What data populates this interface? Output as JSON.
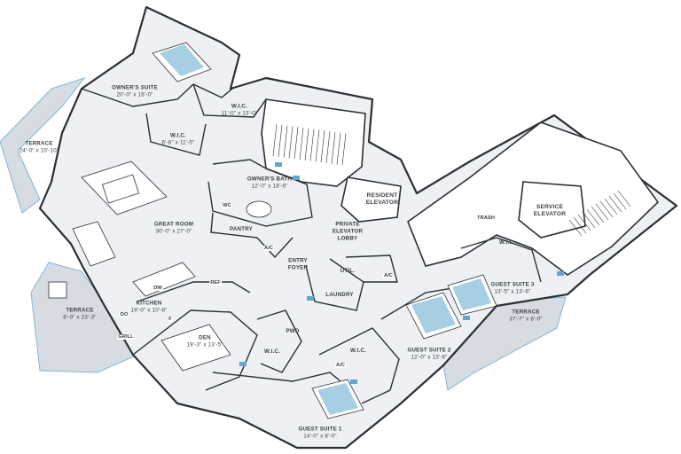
{
  "colors": {
    "interior": "#eef0f3",
    "terrace": "#d7dce2",
    "wall": "#2b2f34",
    "fixture": "#5fa8cc",
    "edge_accent": "#7fb6d8"
  },
  "rooms": [
    {
      "name": "OWNER'S SUITE",
      "dims": "20'-0\" x 16'-0\""
    },
    {
      "name": "W.I.C.",
      "dims": "11'-0\" x 13'-0\""
    },
    {
      "name": "W.I.C.",
      "dims": "6'-6\" x 11'-5\""
    },
    {
      "name": "TERRACE",
      "dims": "24'-0\" x 10'-10\""
    },
    {
      "name": "OWNER'S BATH",
      "dims": "12'-0\" x 18'-8\""
    },
    {
      "name": "RESIDENT ELEVATOR",
      "dims": ""
    },
    {
      "name": "SERVICE ELEVATOR",
      "dims": ""
    },
    {
      "name": "GREAT ROOM",
      "dims": "30'-0\" x 27'-0\""
    },
    {
      "name": "PANTRY",
      "dims": ""
    },
    {
      "name": "PRIVATE ELEVATOR LOBBY",
      "dims": ""
    },
    {
      "name": "ENTRY FOYER",
      "dims": ""
    },
    {
      "name": "UTIL.",
      "dims": ""
    },
    {
      "name": "LAUNDRY",
      "dims": ""
    },
    {
      "name": "KITCHEN",
      "dims": "19'-0\" x 10'-8\""
    },
    {
      "name": "TERRACE",
      "dims": "8'-0\" x 23'-3\""
    },
    {
      "name": "DEN",
      "dims": "19'-3\" x 13'-5\""
    },
    {
      "name": "PWD",
      "dims": ""
    },
    {
      "name": "W.I.C.",
      "dims": ""
    },
    {
      "name": "W.I.C.",
      "dims": ""
    },
    {
      "name": "GUEST SUITE 2",
      "dims": "12'-0\" x 13'-6\""
    },
    {
      "name": "GUEST SUITE 3",
      "dims": "13'-5\" x 13'-6\""
    },
    {
      "name": "W.I.C.",
      "dims": ""
    },
    {
      "name": "TERRACE",
      "dims": "37'-7\" x 8'-0\""
    },
    {
      "name": "GUEST SUITE 1",
      "dims": "14'-0\" x 8'-0\""
    }
  ],
  "tags": [
    "WC",
    "A/C",
    "A/C",
    "A/C",
    "TRASH",
    "DW",
    "REF",
    "DO",
    "GRILL",
    "F"
  ]
}
